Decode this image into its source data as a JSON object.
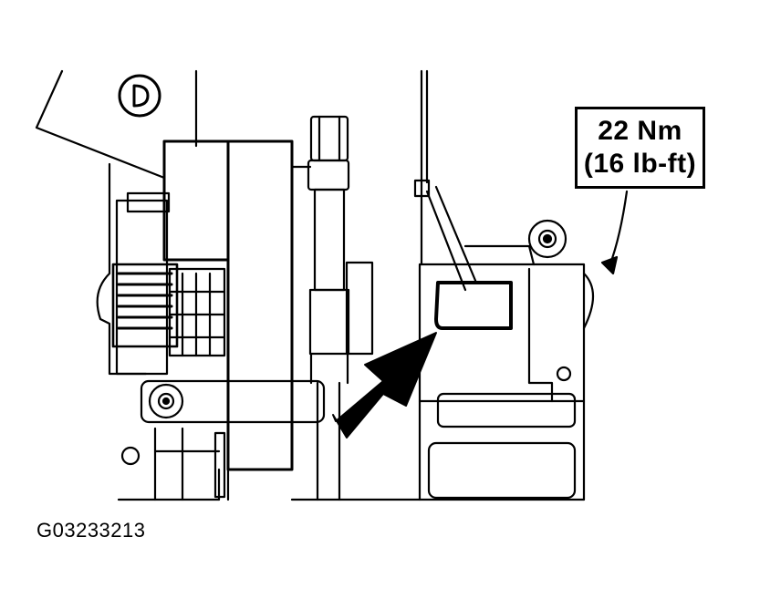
{
  "torque_callout": {
    "metric": "22 Nm",
    "imperial": "(16 lb-ft)"
  },
  "figure_id": "G03233213",
  "callout_marker": {
    "symbol": "circled-number-icon"
  },
  "colors": {
    "ink": "#000000",
    "paper": "#ffffff"
  }
}
